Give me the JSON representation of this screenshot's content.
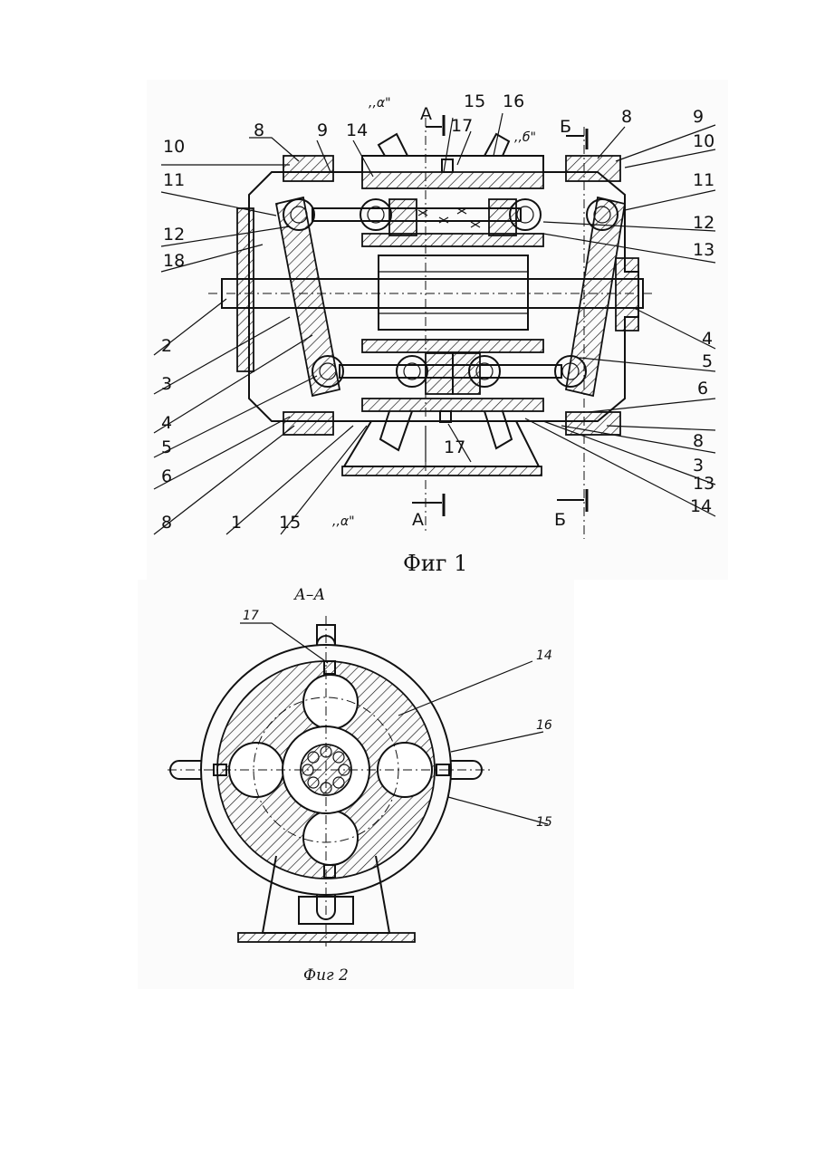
{
  "figure1": {
    "caption": "Фиг 1",
    "section_marks": {
      "top_a": "А",
      "top_b": "Б",
      "bottom_a": "А",
      "bottom_b": "Б",
      "zone_a_top": ",,α\"",
      "zone_b_top": ",,б\"",
      "zone_a_bottom": ",,α\""
    },
    "left_labels": [
      "10",
      "8",
      "9",
      "14",
      "11",
      "12",
      "18",
      "2",
      "3",
      "4",
      "5",
      "6",
      "8",
      "1",
      "15"
    ],
    "top_labels": [
      "15",
      "17",
      "16"
    ],
    "right_labels": [
      "8",
      "9",
      "10",
      "11",
      "12",
      "13",
      "4",
      "5",
      "6",
      "8",
      "3",
      "13",
      "14"
    ],
    "bottom_center_label": "17"
  },
  "figure2": {
    "section_title": "А–А",
    "caption": "Фиг 2",
    "labels": [
      "17",
      "14",
      "16",
      "15"
    ]
  }
}
